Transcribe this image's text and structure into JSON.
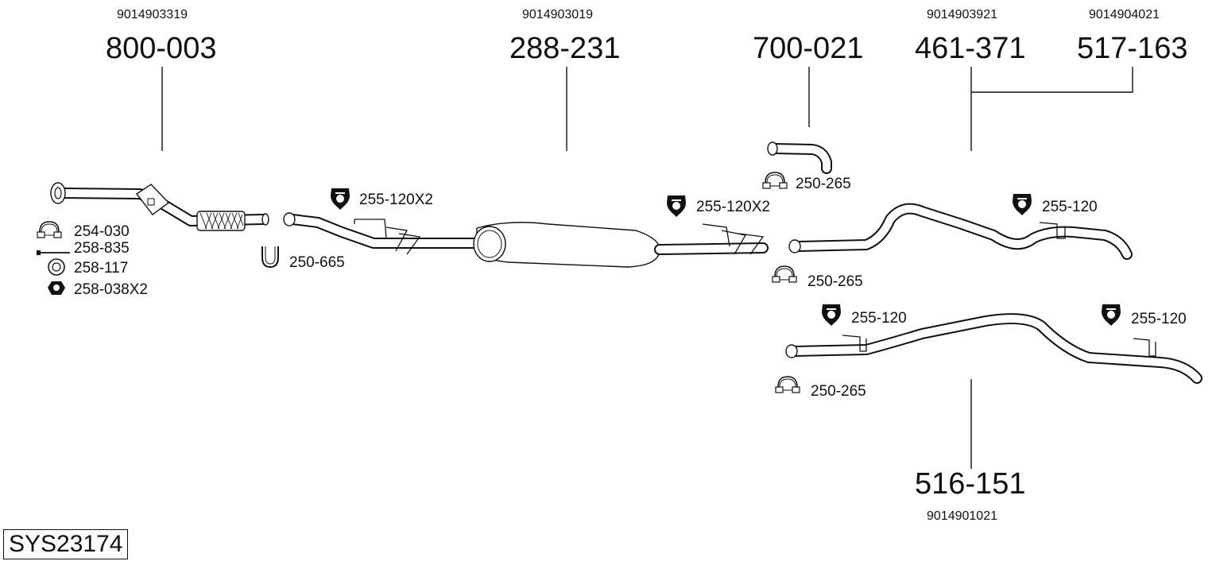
{
  "system_code": "SYS23174",
  "parts": [
    {
      "part_no": "800-003",
      "ref_no": "9014903319"
    },
    {
      "part_no": "288-231",
      "ref_no": "9014903019"
    },
    {
      "part_no": "700-021",
      "ref_no": ""
    },
    {
      "part_no": "461-371",
      "ref_no": "9014903921"
    },
    {
      "part_no": "517-163",
      "ref_no": "9014904021"
    },
    {
      "part_no": "516-151",
      "ref_no": "9014901021"
    }
  ],
  "accessories": {
    "clamp_254": "254-030",
    "bolt_258_835": "258-835",
    "ring_258_117": "258-117",
    "nut_258_038": "258-038X2",
    "ubolt_250_665": "250-665",
    "hanger_a": "255-120X2",
    "hanger_b": "255-120X2",
    "clamp_700": "250-265",
    "clamp_rear_upper": "250-265",
    "hanger_rear_upper": "255-120",
    "hanger_rear_lower_left": "255-120",
    "hanger_rear_lower_right": "255-120",
    "clamp_rear_lower": "250-265"
  },
  "icons": {
    "hanger": "rubber-hanger-icon",
    "clamp": "pipe-clamp-icon",
    "ring": "sealing-ring-icon",
    "nut": "hex-nut-icon",
    "bolt": "bolt-icon",
    "ubolt": "u-bolt-icon"
  }
}
